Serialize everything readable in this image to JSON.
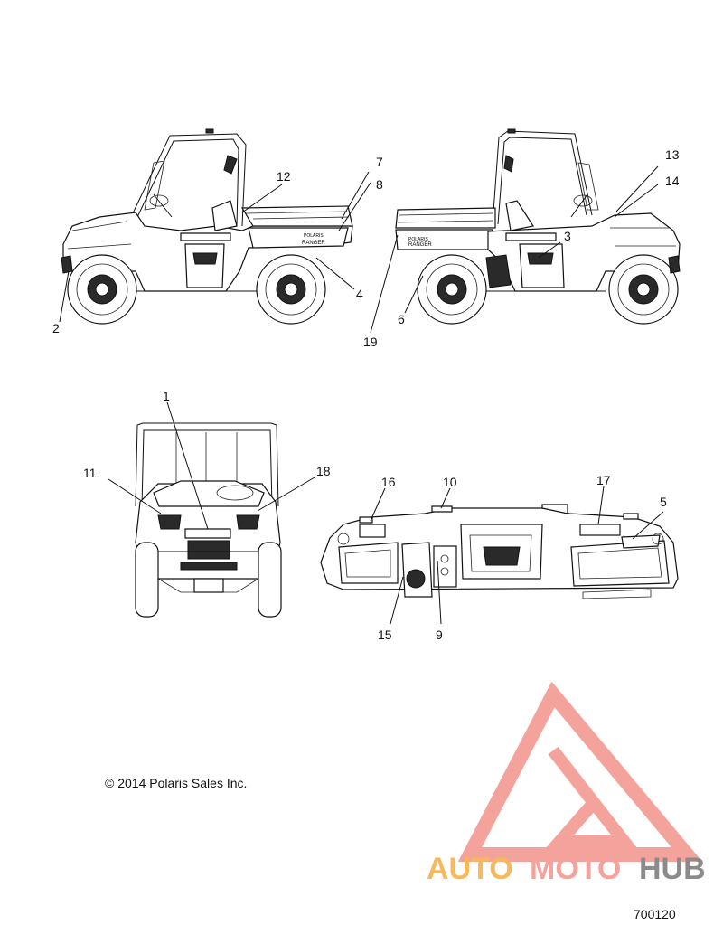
{
  "callouts": [
    {
      "id": "c1",
      "label": "1"
    },
    {
      "id": "c2",
      "label": "2"
    },
    {
      "id": "c3",
      "label": "3"
    },
    {
      "id": "c4",
      "label": "4"
    },
    {
      "id": "c5",
      "label": "5"
    },
    {
      "id": "c6",
      "label": "6"
    },
    {
      "id": "c7",
      "label": "7"
    },
    {
      "id": "c8",
      "label": "8"
    },
    {
      "id": "c9",
      "label": "9"
    },
    {
      "id": "c10",
      "label": "10"
    },
    {
      "id": "c11",
      "label": "11"
    },
    {
      "id": "c12",
      "label": "12"
    },
    {
      "id": "c13",
      "label": "13"
    },
    {
      "id": "c14",
      "label": "14"
    },
    {
      "id": "c15",
      "label": "15"
    },
    {
      "id": "c16",
      "label": "16"
    },
    {
      "id": "c17",
      "label": "17"
    },
    {
      "id": "c18",
      "label": "18"
    },
    {
      "id": "c19",
      "label": "19"
    }
  ],
  "bed_decal_text": "RANGER",
  "bed_brand_text": "POLARIS",
  "copyright": "© 2014 Polaris Sales Inc.",
  "drawing_number": "700120",
  "watermark": {
    "text_part1": "AUTO",
    "text_part2": "MOTO",
    "text_part3": "HUB",
    "color_orange": "#f7b24a",
    "color_red": "#f39a92",
    "color_gray": "#7f7f7f"
  }
}
